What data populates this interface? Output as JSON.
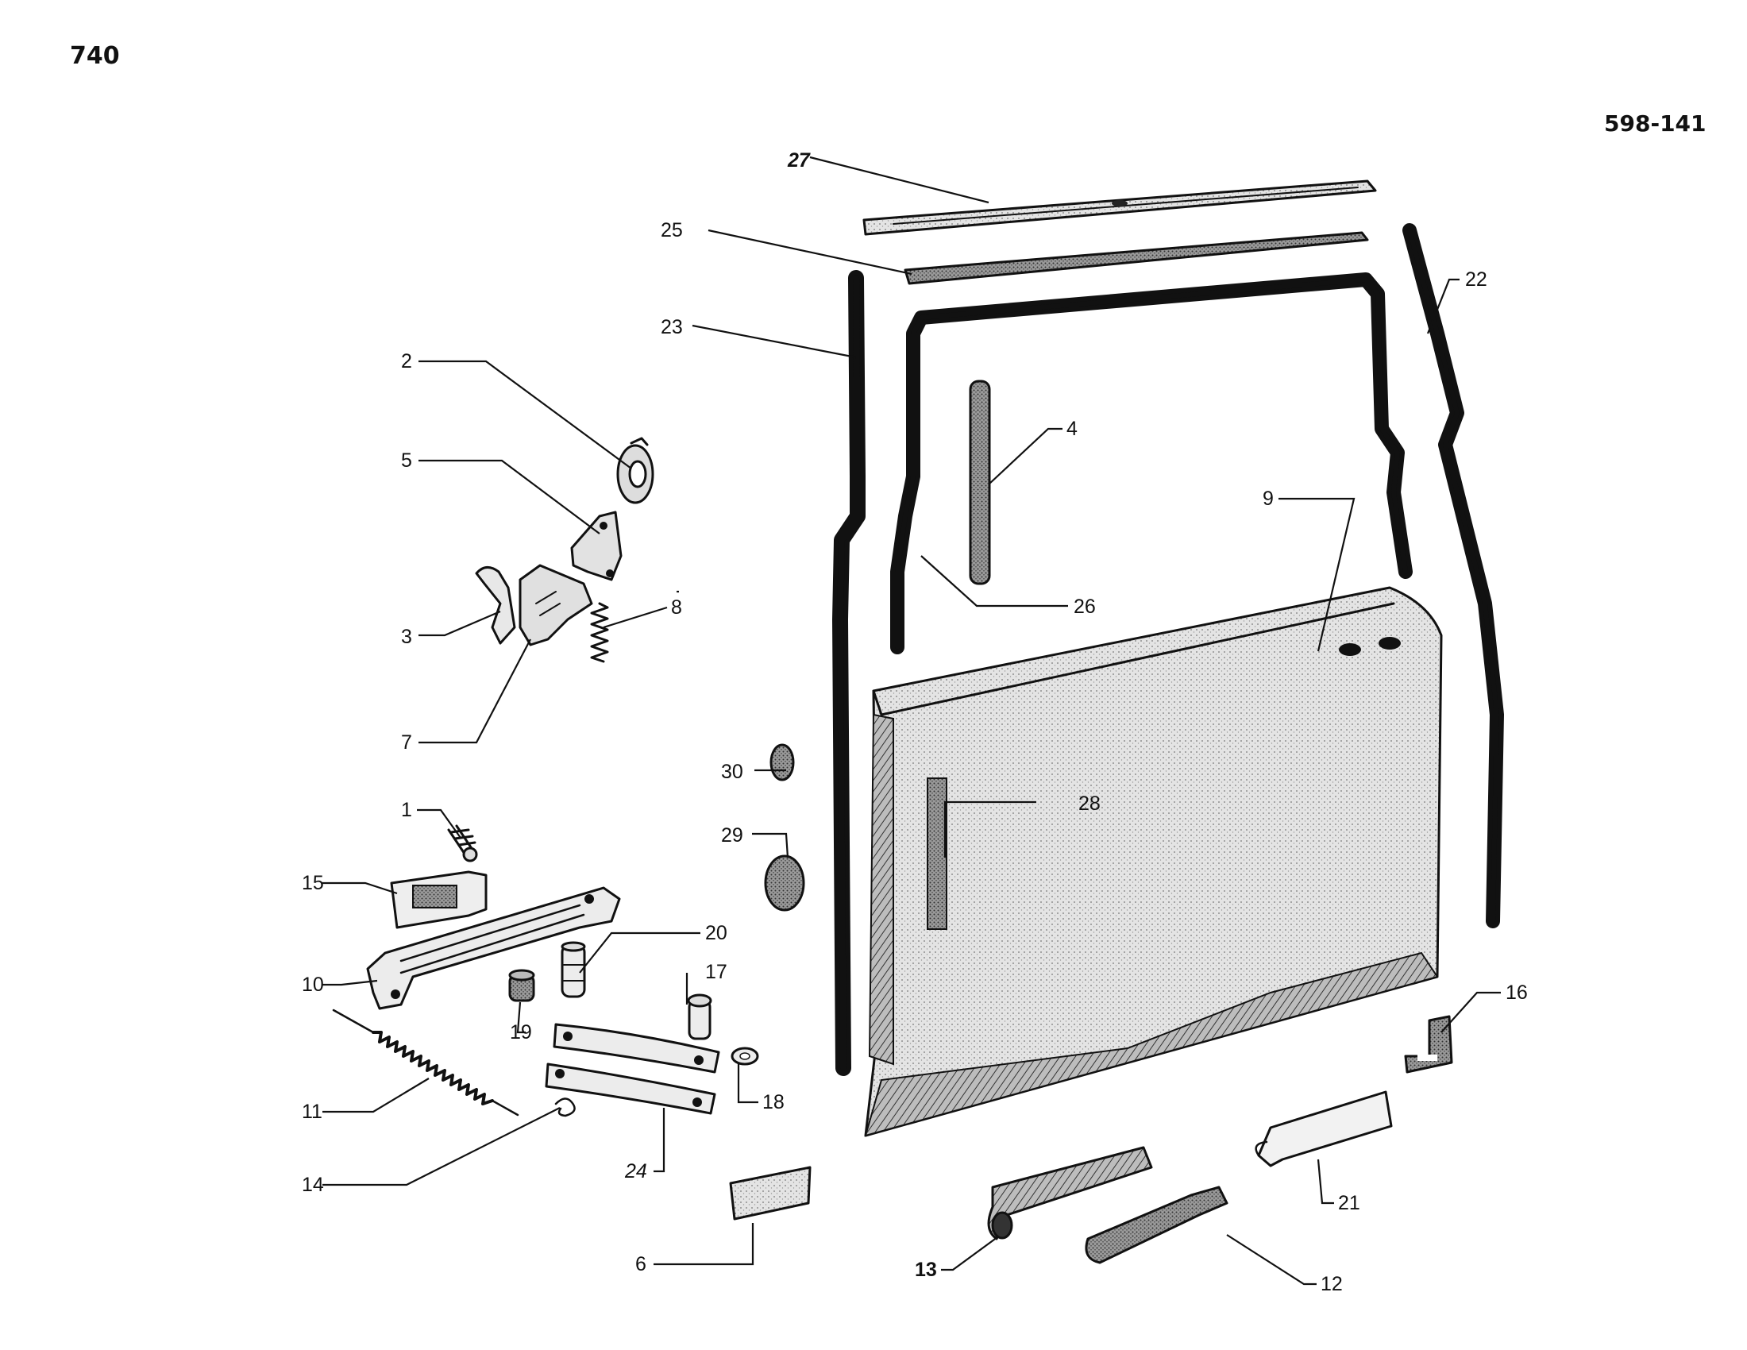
{
  "header": {
    "page_number": "740",
    "reference": "598-141"
  },
  "callouts": [
    {
      "id": "1",
      "label": "1"
    },
    {
      "id": "2",
      "label": "2"
    },
    {
      "id": "3",
      "label": "3"
    },
    {
      "id": "4",
      "label": "4"
    },
    {
      "id": "5",
      "label": "5"
    },
    {
      "id": "6",
      "label": "6"
    },
    {
      "id": "7",
      "label": "7"
    },
    {
      "id": "8",
      "label": "8"
    },
    {
      "id": "9",
      "label": "9"
    },
    {
      "id": "10",
      "label": "10"
    },
    {
      "id": "11",
      "label": "11"
    },
    {
      "id": "12",
      "label": "12"
    },
    {
      "id": "13",
      "label": "13"
    },
    {
      "id": "14",
      "label": "14"
    },
    {
      "id": "15",
      "label": "15"
    },
    {
      "id": "16",
      "label": "16"
    },
    {
      "id": "17",
      "label": "17"
    },
    {
      "id": "18",
      "label": "18"
    },
    {
      "id": "19",
      "label": "19"
    },
    {
      "id": "20",
      "label": "20"
    },
    {
      "id": "21",
      "label": "21"
    },
    {
      "id": "22",
      "label": "22"
    },
    {
      "id": "23",
      "label": "23"
    },
    {
      "id": "24",
      "label": "24"
    },
    {
      "id": "25",
      "label": "25"
    },
    {
      "id": "26",
      "label": "26"
    },
    {
      "id": "27",
      "label": "27"
    },
    {
      "id": "28",
      "label": "28"
    },
    {
      "id": "29",
      "label": "29"
    },
    {
      "id": "30",
      "label": "30"
    }
  ]
}
